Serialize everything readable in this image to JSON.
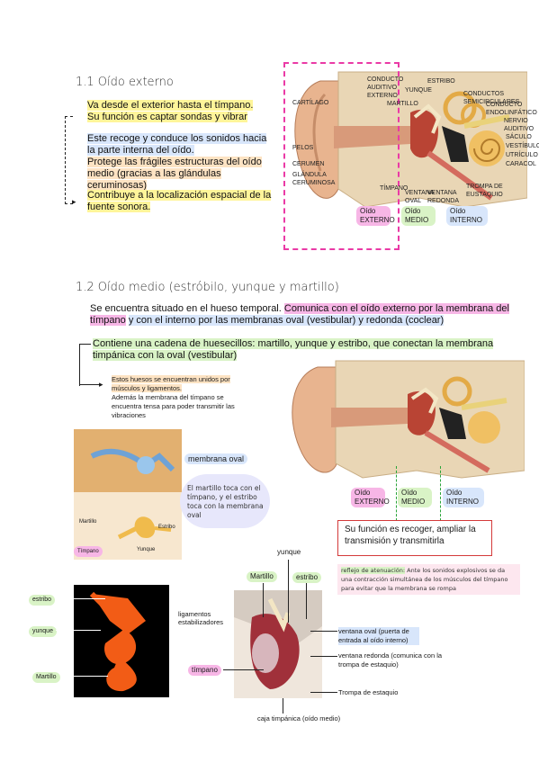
{
  "section1": {
    "heading": "1.1 Oído externo",
    "p1": "Va desde el exterior hasta el tímpano.",
    "p2": "Su función es captar sondas y vibrar",
    "p3": "Este recoge y conduce los sonidos hacia la parte interna del oído.",
    "p4": "Protege las frágiles estructuras del oído medio (gracias a las glándulas ceruminosas)",
    "p5": "Contribuye a la localización espacial de la fuente sonora."
  },
  "diagram1": {
    "labels_left": [
      "CARTÍLAGO",
      "PELOS",
      "CERUMEN",
      "GLÁNDULA CERUMINOSA"
    ],
    "labels_top": [
      "CONDUCTO AUDITIVO EXTERNO",
      "MARTILLO",
      "YUNQUE",
      "ESTRIBO"
    ],
    "labels_right": [
      "CONDUCTOS SEMICIRCULARES",
      "CONDUCTO ENDOLINFÁTICO",
      "NERVIO AUDITIVO",
      "SÁCULO",
      "VESTÍBULO",
      "UTRÍCULO",
      "CARACOL",
      "TROMPA DE EUSTAQUIO"
    ],
    "labels_bottom": [
      "TÍMPANO",
      "VENTANA OVAL",
      "VENTANA REDONDA"
    ],
    "zones": [
      "Oído EXTERNO",
      "Oído MEDIO",
      "Oído INTERNO"
    ]
  },
  "section2": {
    "heading": "1.2 Oído medio (estróbilo, yunque y martillo)",
    "p1a": "Se encuentra situado en el hueso temporal.",
    "p1b": "Comunica con el oído externo por la membrana del tímpano",
    "p1c": "y con el interno por las membranas oval (vestibular) y redonda (coclear)",
    "p2": "Contiene una cadena de huesecillos: martillo, yunque y estribo, que conectan la membrana timpánica con la oval (vestibular)",
    "small1": "Estos huesos se encuentran unidos por músculos y ligamentos.",
    "small2": "Además la membrana del tímpano se encuentra tensa para poder transmitir las vibraciones",
    "membrana_oval": "membrana oval",
    "bubble": "El martillo toca con el tímpano, y el estribo toca con la membrana oval",
    "img1_labels": [
      "Martillo",
      "Estribo",
      "Tímpano",
      "Yunque"
    ],
    "function_box": "Su función es recoger, ampliar la transmisión y transmitirla",
    "reflex_title": "reflejo de atenuación:",
    "reflex_text": "Ante los sonidos explosivos se da una contracción simultánea de los músculos del tímpano para evitar que la membrana se rompa",
    "bones": [
      "estribo",
      "yunque",
      "Martillo"
    ],
    "img3_labels": {
      "yunque": "yunque",
      "martillo": "Martillo",
      "estribo": "estribo",
      "ligamentos": "ligamentos estabilizadores",
      "timpano": "tímpano",
      "ventana_oval": "ventana oval (puerta de entrada al oído interno)",
      "ventana_redonda": "ventana redonda (comunica con la trompa de estaquio)",
      "trompa": "Trompa de estaquio",
      "caja": "caja timpánica (oído medio)"
    }
  }
}
